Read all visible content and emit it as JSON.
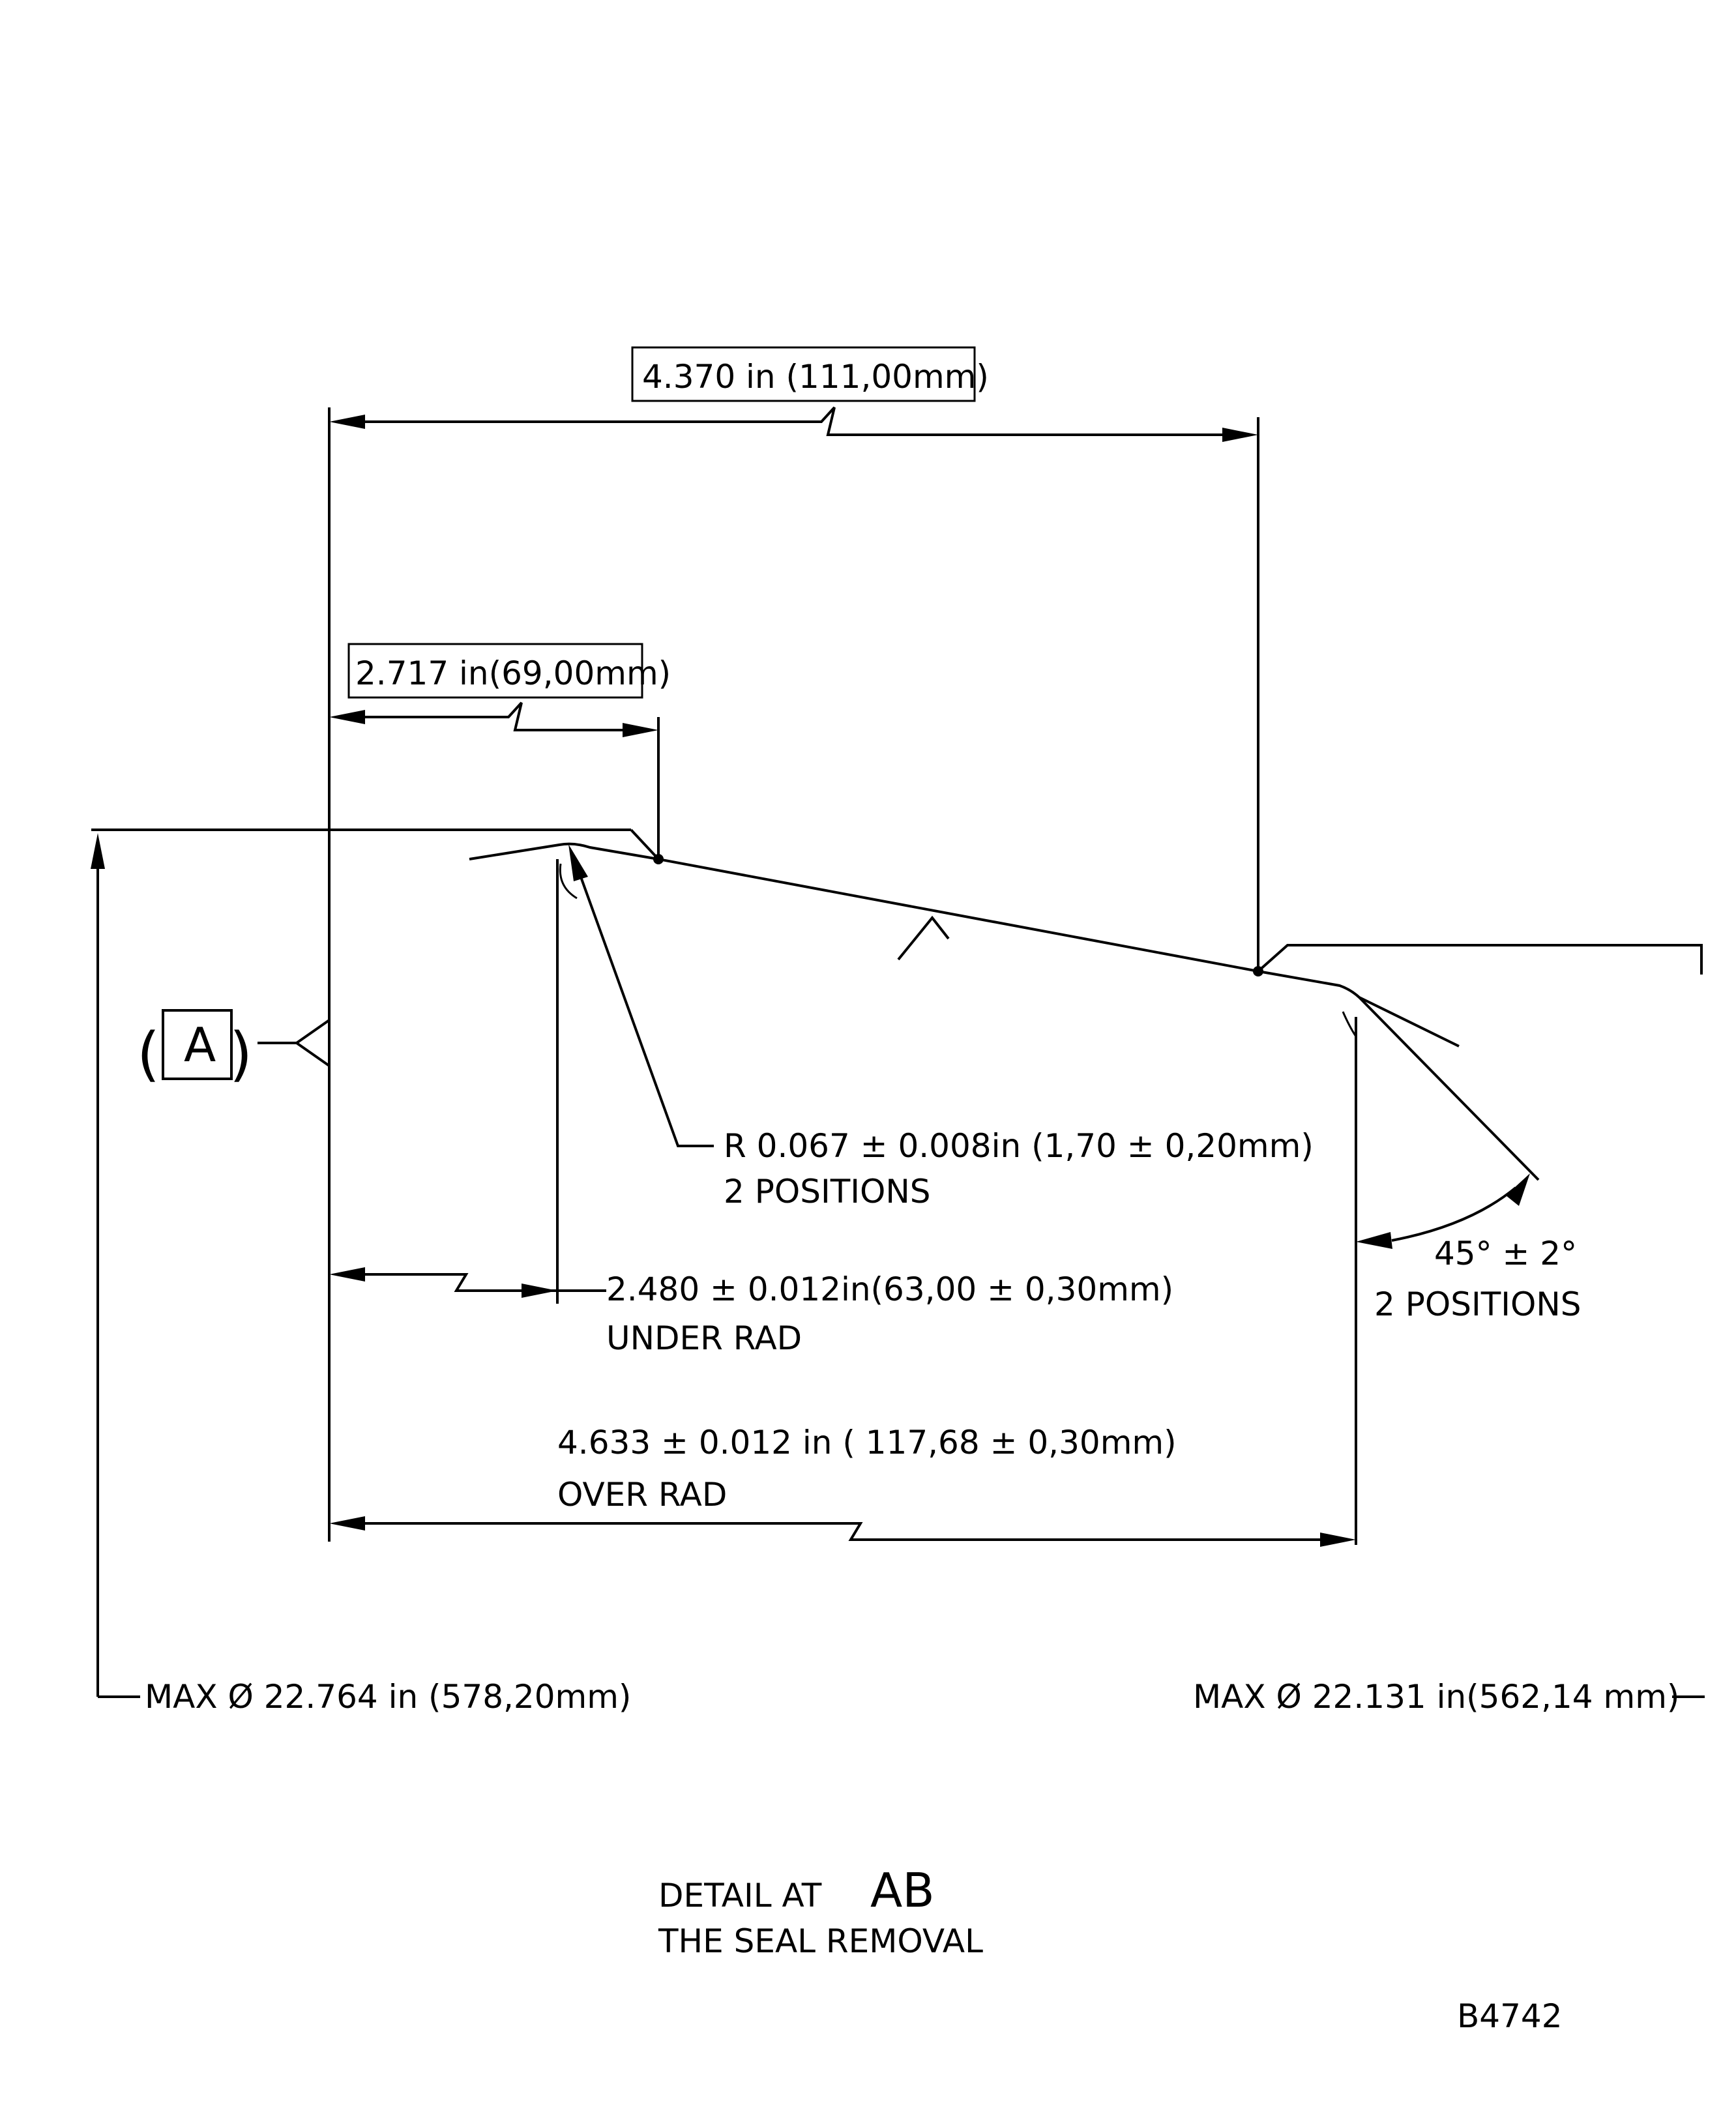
{
  "dimensions": {
    "overall_width": "4.370 in (111,00mm)",
    "short_width": "2.717 in(69,00mm)",
    "radius": "R 0.067 ± 0.008in (1,70 ± 0,20mm)",
    "radius_positions": "2 POSITIONS",
    "under_rad": "2.480 ± 0.012in(63,00 ± 0,30mm)",
    "under_rad_label": "UNDER RAD",
    "angle": "45° ± 2°",
    "angle_positions": "2 POSITIONS",
    "over_rad": "4.633 ± 0.012 in ( 117,68 ± 0,30mm)",
    "over_rad_label": "OVER RAD",
    "max_dia_left": "MAX Ø 22.764 in (578,20mm)",
    "max_dia_right": "MAX Ø 22.131 in(562,14 mm)"
  },
  "datum": {
    "label": "A"
  },
  "caption": {
    "line1_prefix": "DETAIL AT",
    "line1_big": "AB",
    "line2": "THE SEAL REMOVAL"
  },
  "figure_id": "B4742"
}
